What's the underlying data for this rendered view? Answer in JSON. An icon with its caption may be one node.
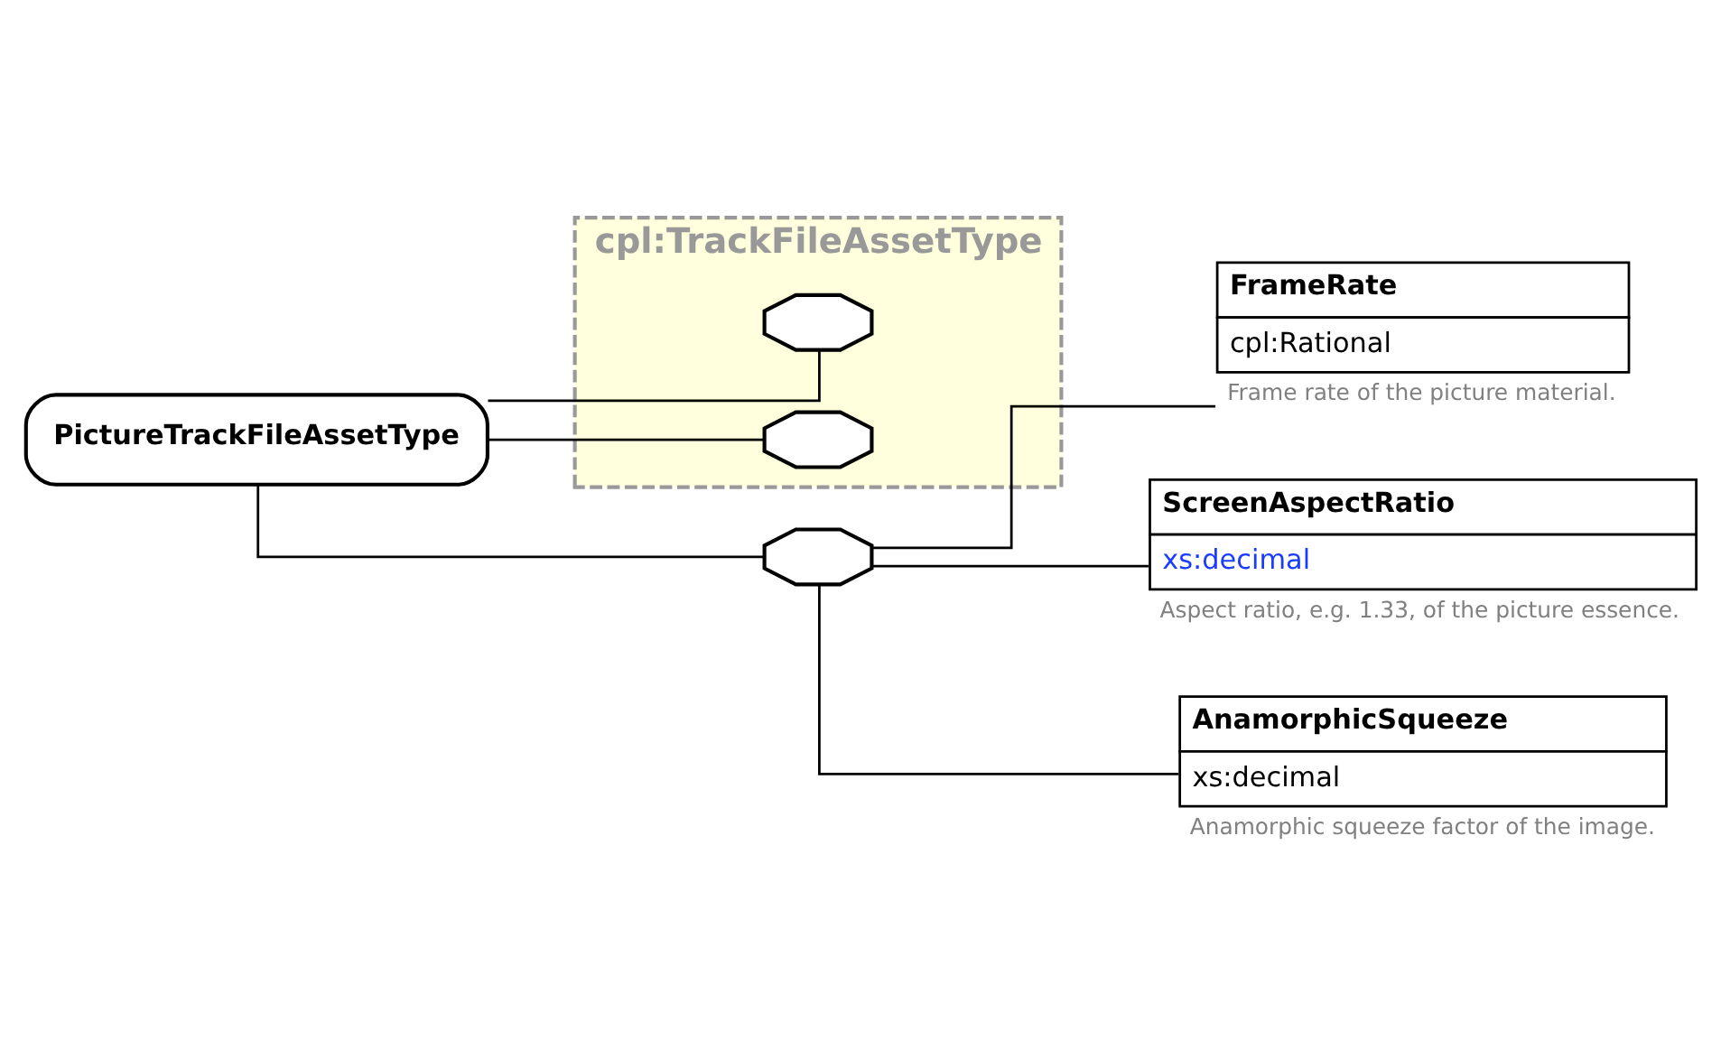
{
  "diagram": {
    "nodes": [
      {
        "text": [
          "PictureTrackFileAssetType"
        ]
      },
      {
        "text": [
          "cpl:TrackFileAssetType"
        ]
      },
      {
        "text": [],
        "shape": "octagon",
        "in": 1
      },
      {
        "text": [],
        "shape": "octagon",
        "in": 1
      },
      {
        "text": [],
        "shape": "octagon"
      },
      {
        "text": [
          "FrameRate",
          "cpl:Rational"
        ],
        "beside": [
          "Frame rate of the picture material."
        ]
      },
      {
        "text": [
          "ScreenAspectRatio",
          "xs:decimal"
        ],
        "beside": [
          "Aspect ratio, e.g. 1.33, of the picture essence."
        ]
      },
      {
        "text": [
          "AnamorphicSqueeze",
          "xs:decimal"
        ],
        "beside": [
          "Anamorphic squeeze factor of the image."
        ]
      }
    ],
    "edges": [
      {
        "from": 0,
        "to": 2,
        "arrow": "none"
      },
      {
        "from": 0,
        "to": 3,
        "arrow": "none"
      },
      {
        "from": 0,
        "to": 4,
        "arrow": "none"
      },
      {
        "from": 4,
        "to": 5,
        "arrow": "none"
      },
      {
        "from": 4,
        "to": 6,
        "arrow": "none"
      },
      {
        "from": 4,
        "to": 7,
        "arrow": "none"
      }
    ]
  }
}
